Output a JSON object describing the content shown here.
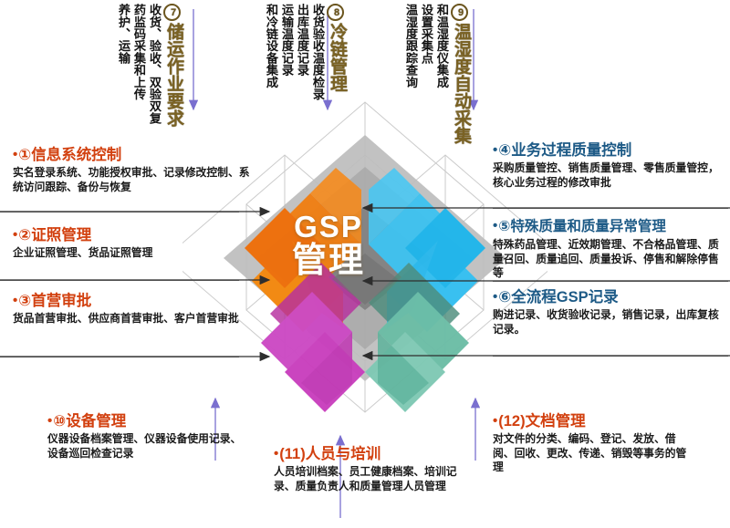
{
  "center": {
    "line1": "GSP",
    "line2": "管理",
    "colors": {
      "orange": "#f07f14",
      "orange_dark": "#ef6c0b",
      "blue": "#3fc2f0",
      "blue_dark": "#1fb6ec",
      "magenta": "#c840bd",
      "magenta_dark": "#b02fa8",
      "teal": "#62b39c",
      "teal_dark": "#4e9c86",
      "gray": "#b9b9b9",
      "gray_dark": "#9d9d9d"
    }
  },
  "left_items": [
    {
      "number": "①",
      "title": "信息系统控制",
      "body": "实名登录系统、功能授权审批、记录修改控制、系统访问跟踪、备份与恢复"
    },
    {
      "number": "②",
      "title": "证照管理",
      "body": "企业证照管理、货品证照管理"
    },
    {
      "number": "③",
      "title": "首营审批",
      "body": "货品首营审批、供应商首营审批、客户首营审批"
    }
  ],
  "right_items": [
    {
      "number": "④",
      "title": "业务过程质量控制",
      "body": "采购质量管控、销售质量管理、零售质量管控，核心业务过程的修改审批"
    },
    {
      "number": "⑤",
      "title": "特殊质量和质量异常管理",
      "body": "特殊药品管理、近效期管理、不合格品管理、质量召回、质量追回、质量投诉、停售和解除停售等"
    },
    {
      "number": "⑥",
      "title": "全流程GSP记录",
      "body": "购进记录、收货验收记录，销售记录，出库复核记录。"
    }
  ],
  "top_items": [
    {
      "number": "7",
      "title": "储运作业要求",
      "columns": [
        "收货、验收、双验双复",
        "药监码采集和上传",
        "养护、运输"
      ]
    },
    {
      "number": "8",
      "title": "冷链管理",
      "columns": [
        "收货验收温度检录",
        "出库温度记录",
        "运输温度记录",
        "和冷链设备集成"
      ]
    },
    {
      "number": "9",
      "title": "温湿度自动采集",
      "columns": [
        "和温湿度仪集成",
        "设置采集点",
        "温湿度跟踪查询"
      ]
    }
  ],
  "bottom_items": [
    {
      "number": "⑩",
      "title": "设备管理",
      "body": "仪器设备档案管理、仪器设备使用记录、设备巡回检查记录"
    },
    {
      "number": "(11)",
      "title": "人员与培训",
      "body": "人员培训档案、员工健康档案、培训记录、质量负责人和质量管理人员管理"
    },
    {
      "number": "(12)",
      "title": "文档管理",
      "body": "对文件的分类、编码、登记、发放、借阅、回收、更改、传递、销毁等事务的管理"
    }
  ]
}
